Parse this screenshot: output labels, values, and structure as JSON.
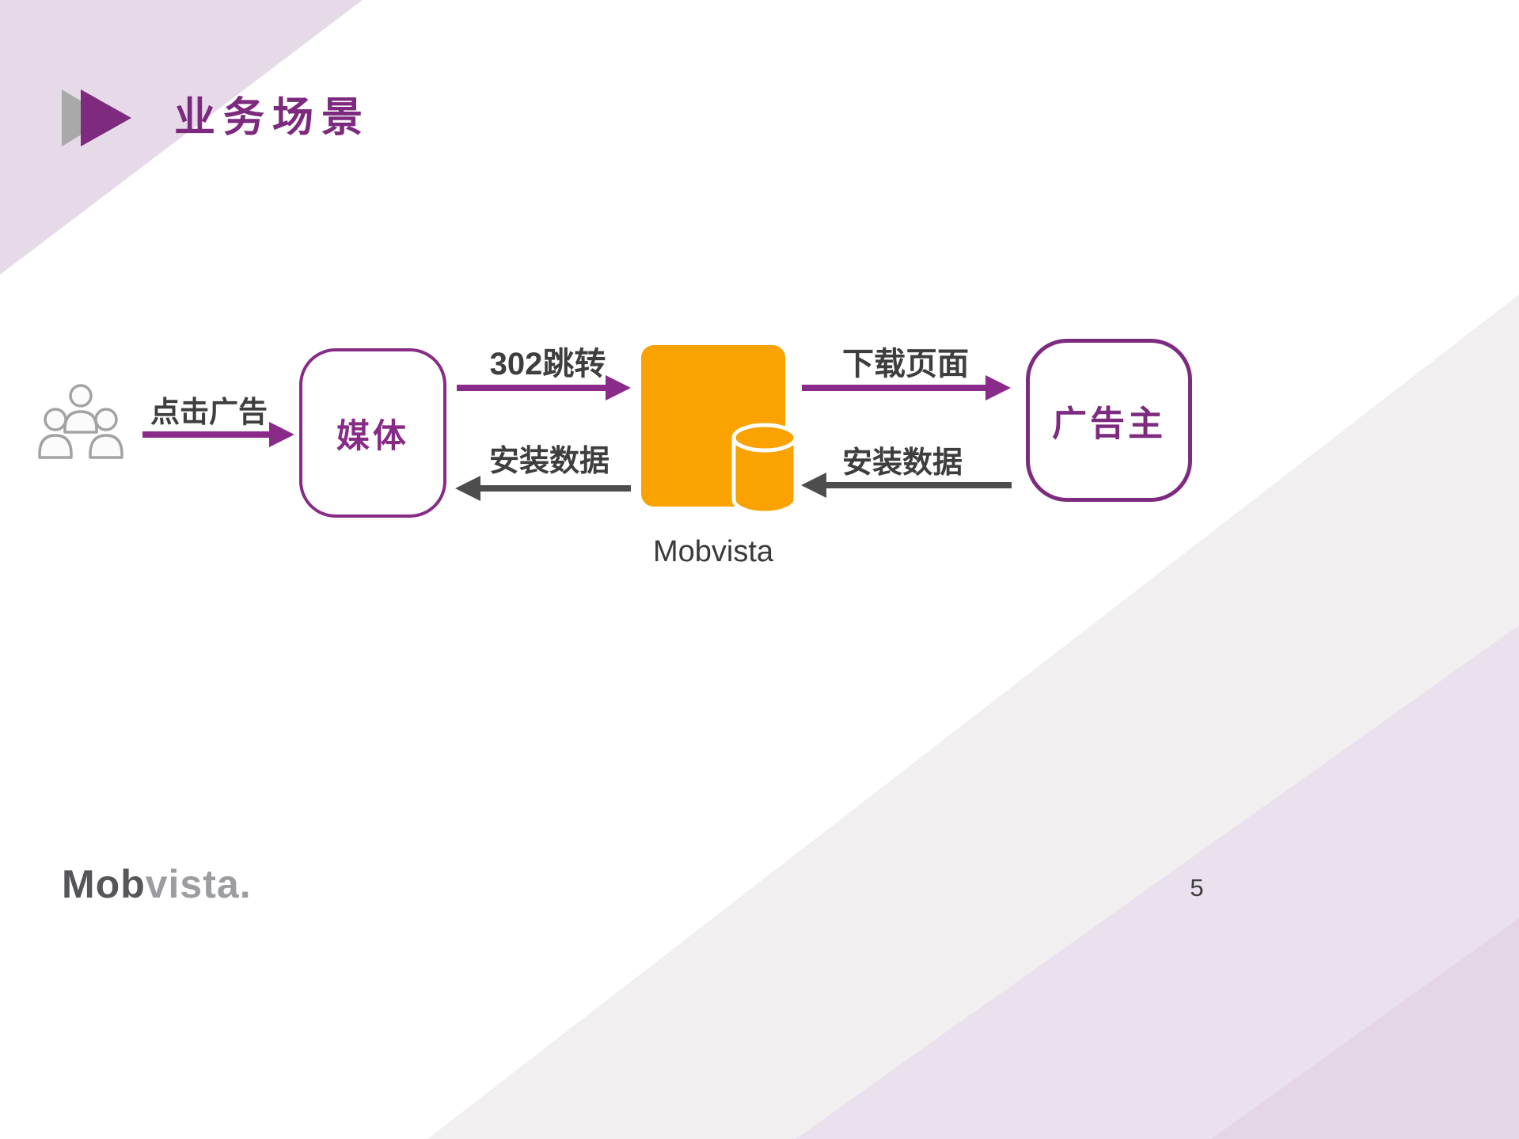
{
  "slide": {
    "title": "业务场景",
    "page_number": "5",
    "logo": {
      "prefix": "Mob",
      "suffix": "vista."
    }
  },
  "diagram": {
    "caption": "Mobvista",
    "nodes": {
      "media": "媒体",
      "advertiser": "广告主"
    },
    "flows": {
      "click_ad": "点击广告",
      "redirect_302": "302跳转",
      "install_data_to_media": "安装数据",
      "download_page": "下载页面",
      "install_data_to_mobvista": "安装数据"
    },
    "icons": {
      "users": "users-group-icon",
      "database": "database-cylinder-icon",
      "service_block": "mobvista-service-block",
      "title_marker": "double-chevron-icon"
    }
  },
  "colors": {
    "accent_purple": "#7D2A7F",
    "arrow_purple": "#8A2B8A",
    "arrow_dark": "#4D4D4D",
    "brand_orange": "#F9A201",
    "background_lavender": "#E6DAE9",
    "background_gray": "#F1EFF0",
    "label_gray": "#3E3E3E"
  }
}
